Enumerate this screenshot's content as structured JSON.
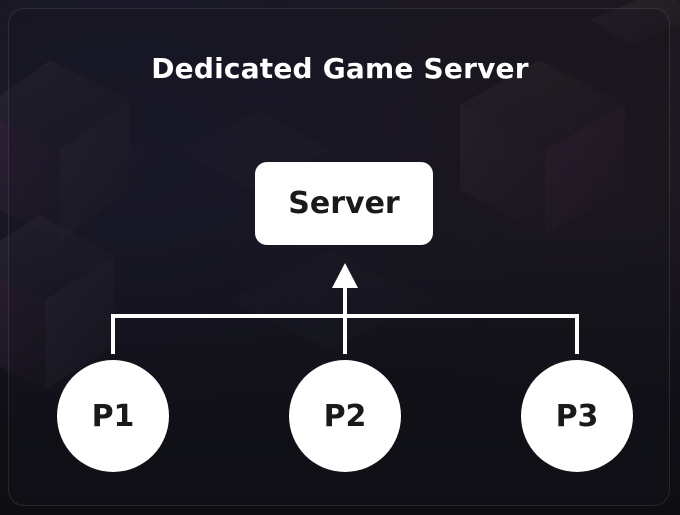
{
  "diagram": {
    "title": "Dedicated Game Server",
    "server_label": "Server",
    "players": [
      {
        "label": "P1"
      },
      {
        "label": "P2"
      },
      {
        "label": "P3"
      }
    ]
  },
  "colors": {
    "background": "#121118",
    "node_fill": "#ffffff",
    "node_text": "#1a1a1a",
    "connector": "#ffffff",
    "title_text": "#ffffff"
  },
  "icons": {
    "arrow": "arrow-up-icon"
  }
}
